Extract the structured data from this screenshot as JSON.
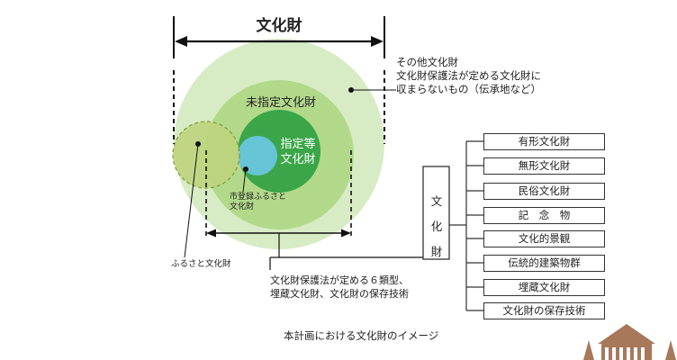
{
  "title": "文化財",
  "other_cultural_properties": {
    "heading": "その他文化財",
    "line1": "文化財保護法が定める文化財に",
    "line2": "収まらないもの（伝承地など）"
  },
  "circles": {
    "unspecified": "未指定文化財",
    "designated_line1": "指定等",
    "designated_line2": "文化財",
    "city_registered_line1": "市登録ふるさと",
    "city_registered_line2": "文化財",
    "furusato": "ふるさと文化財"
  },
  "six_types_note": {
    "line1": "文化財保護法が定める６類型、",
    "line2": "埋蔵文化財、文化財の保存技術"
  },
  "vertical_label": [
    "文",
    "化",
    "財"
  ],
  "types": [
    "有形文化財",
    "無形文化財",
    "民俗文化財",
    "記　念　物",
    "文化的景観",
    "伝統的建築物群",
    "埋蔵文化財",
    "文化財の保存技術"
  ],
  "caption": "本計画における文化財のイメージ",
  "colors": {
    "outer_circle": "#d7ecc4",
    "middle_circle": "#b2d98a",
    "designated_circle": "#3aa648",
    "city_registered_circle": "#67c4d7",
    "furusato_circle": "#bcd27a",
    "logo_brown": "#a8785a"
  }
}
